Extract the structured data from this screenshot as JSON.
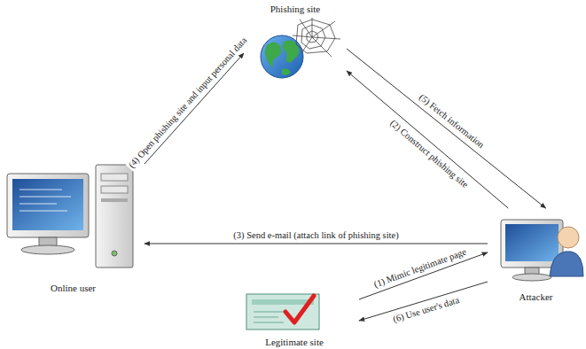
{
  "diagram": {
    "nodes": [
      {
        "text": [
          "Phishing site"
        ]
      },
      {
        "text": [
          "Online user"
        ]
      },
      {
        "text": [
          "Attacker"
        ]
      },
      {
        "text": [
          "Legitimate site"
        ]
      }
    ],
    "edges": [
      {
        "from": 3,
        "to": 2,
        "arrow": "to",
        "label": "(1) Mimic legitimate page"
      },
      {
        "from": 2,
        "to": 0,
        "arrow": "to",
        "label": "(2) Construct phishing site"
      },
      {
        "from": 2,
        "to": 1,
        "arrow": "to",
        "label": "(3) Send e-mail (attach link of phishing site)"
      },
      {
        "from": 1,
        "to": 0,
        "arrow": "to",
        "label": "(4) Open phishing site and input personal data"
      },
      {
        "from": 0,
        "to": 2,
        "arrow": "to",
        "label": "(5) Fetch information"
      },
      {
        "from": 2,
        "to": 3,
        "arrow": "to",
        "label": "(6) Use user's data"
      }
    ]
  }
}
